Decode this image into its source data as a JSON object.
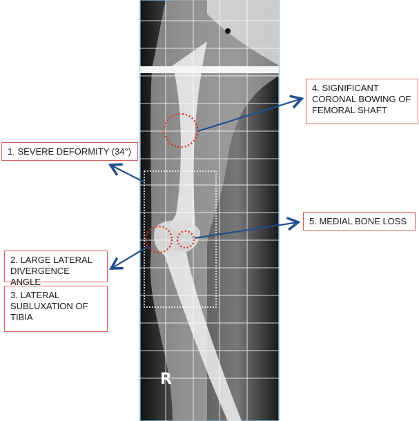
{
  "labels": {
    "l1": "1. SEVERE DEFORMITY (34°)",
    "l2": "2. LARGE LATERAL DIVERGENCE ANGLE",
    "l3": "3. LATERAL SUBLUXATION OF TIBIA",
    "l4": "4. SIGNIFICANT CORONAL BOWING OF FEMORAL SHAFT",
    "l5": "5. MEDIAL BONE LOSS"
  },
  "side_marker": "R",
  "colors": {
    "label_border": "#d9625a",
    "arrow": "#1f4e8c",
    "circle": "#d9302a"
  }
}
